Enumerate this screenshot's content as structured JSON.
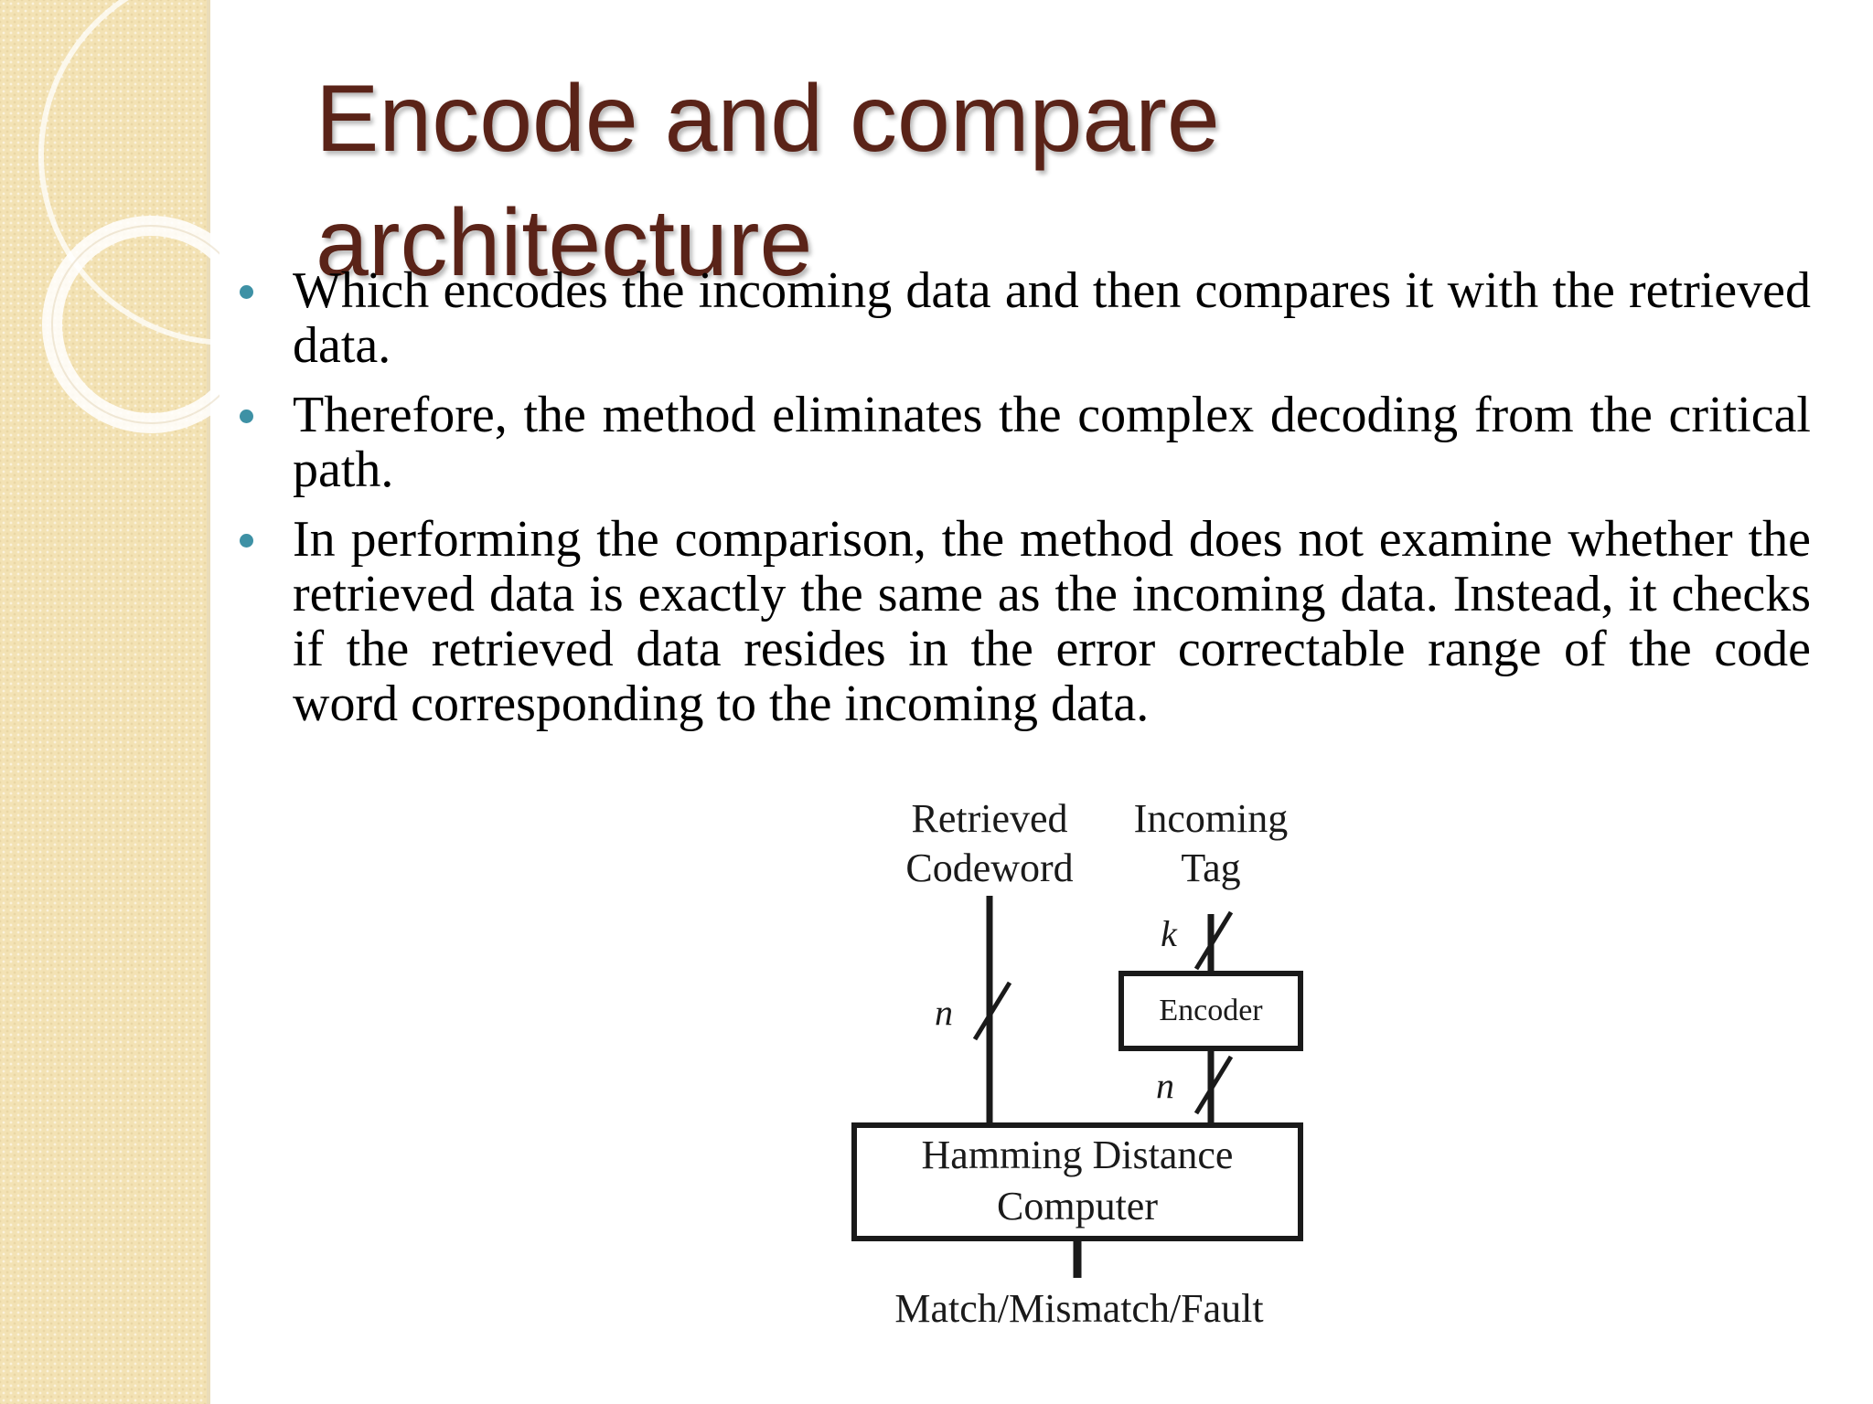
{
  "slide": {
    "title": "Encode and compare architecture",
    "bullets": [
      "Which encodes the incoming data and then compares it with the retrieved data.",
      "Therefore, the method eliminates the complex decoding from the critical path.",
      "In performing the comparison, the method does not examine whether the retrieved data is exactly the same as the incoming data. Instead, it checks if the retrieved data resides in the error correctable range of the code word corresponding to the incoming data."
    ]
  },
  "diagram": {
    "retrieved_line1": "Retrieved",
    "retrieved_line2": "Codeword",
    "incoming_line1": "Incoming",
    "incoming_line2": "Tag",
    "bus_k": "k",
    "bus_n_left": "n",
    "bus_n_right": "n",
    "encoder": "Encoder",
    "hamming_line1": "Hamming Distance",
    "hamming_line2": "Computer",
    "output": "Match/Mismatch/Fault"
  },
  "colors": {
    "title": "#5a2318",
    "bullet": "#3e91a5",
    "side_band": "#f3e2b4"
  }
}
